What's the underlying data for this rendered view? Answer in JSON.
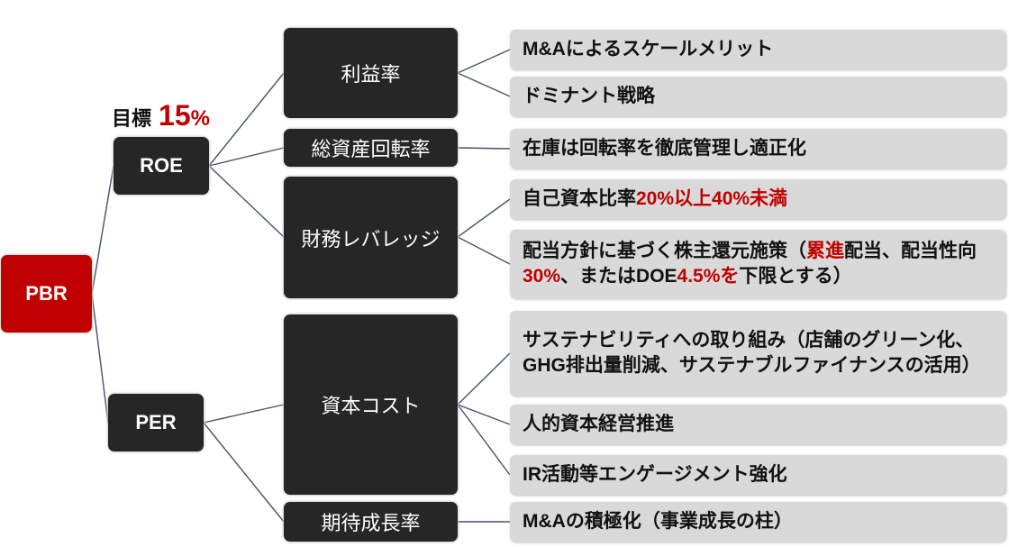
{
  "root": {
    "label": "PBR"
  },
  "roe": {
    "label": "ROE",
    "target_label": "目標",
    "target_value": "15",
    "target_unit": "%"
  },
  "per": {
    "label": "PER"
  },
  "level2": [
    {
      "label": "利益率"
    },
    {
      "label": "総資産回転率"
    },
    {
      "label": "財務レバレッジ"
    },
    {
      "label": "資本コスト"
    },
    {
      "label": "期待成長率"
    }
  ],
  "measures": [
    {
      "segments": [
        {
          "text": "M&Aによるスケールメリット",
          "red": false
        }
      ]
    },
    {
      "segments": [
        {
          "text": "ドミナント戦略",
          "red": false
        }
      ]
    },
    {
      "segments": [
        {
          "text": "在庫は回転率を徹底管理し適正化",
          "red": false
        }
      ]
    },
    {
      "segments": [
        {
          "text": "自己資本比率",
          "red": false
        },
        {
          "text": "20%以上40%未満",
          "red": true
        }
      ]
    },
    {
      "segments": [
        {
          "text": "配当方針に基づく株主還元施策（",
          "red": false
        },
        {
          "text": "累進",
          "red": true
        },
        {
          "text": "配当、配当性向",
          "red": false
        },
        {
          "text": "30%",
          "red": true
        },
        {
          "text": "、またはDOE",
          "red": false
        },
        {
          "text": "4.5%を",
          "red": true
        },
        {
          "text": "下限とする）",
          "red": false
        }
      ]
    },
    {
      "segments": [
        {
          "text": "サステナビリティへの取り組み（店舗のグリーン化、GHG排出量削減、サステナブルファイナンスの活用）",
          "red": false
        }
      ]
    },
    {
      "segments": [
        {
          "text": "人的資本経営推進",
          "red": false
        }
      ]
    },
    {
      "segments": [
        {
          "text": "IR活動等エンゲージメント強化",
          "red": false
        }
      ]
    },
    {
      "segments": [
        {
          "text": "M&Aの積極化（事業成長の柱）",
          "red": false
        }
      ]
    }
  ],
  "colors": {
    "accent": "#C00000",
    "node": "#262626",
    "leaf": "#D9D9D9",
    "connector": "#44546A"
  }
}
